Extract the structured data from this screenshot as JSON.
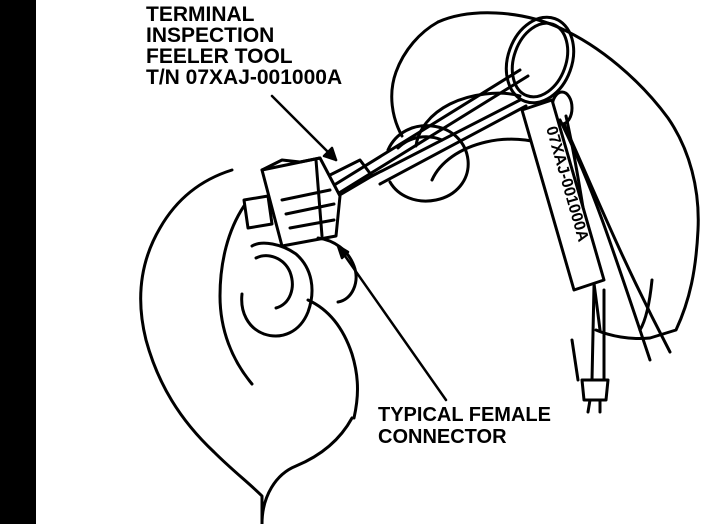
{
  "page": {
    "left_bar_color": "#000000",
    "line_color": "#000000"
  },
  "callouts": {
    "tool": {
      "line1": "TERMINAL",
      "line2": "INSPECTION",
      "line3": "FEELER TOOL",
      "line4": "T/N 07XAJ-001000A"
    },
    "connector": {
      "line1": "TYPICAL FEMALE",
      "line2": "CONNECTOR"
    }
  },
  "tag_text": "07XAJ-001000A"
}
